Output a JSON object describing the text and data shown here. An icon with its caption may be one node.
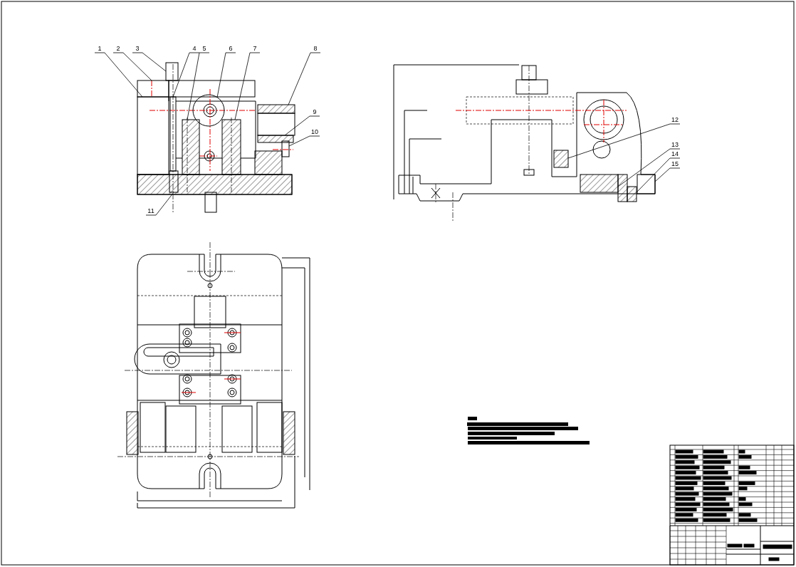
{
  "diagram": {
    "nodes": [
      {
        "text": [
          "1"
        ]
      },
      {
        "text": [
          "2"
        ]
      },
      {
        "text": [
          "3"
        ]
      },
      {
        "text": [
          "4"
        ]
      },
      {
        "text": [
          "5"
        ]
      },
      {
        "text": [
          "6"
        ]
      },
      {
        "text": [
          "7"
        ]
      },
      {
        "text": [
          "8"
        ]
      },
      {
        "text": [
          "9"
        ]
      },
      {
        "text": [
          "10"
        ]
      },
      {
        "text": [
          "11"
        ]
      },
      {
        "text": [
          "12"
        ]
      },
      {
        "text": [
          "13"
        ]
      },
      {
        "text": [
          "14"
        ]
      },
      {
        "text": [
          "15"
        ]
      },
      {
        "text": [],
        "shape": "box"
      },
      {
        "text": [],
        "shape": "box"
      },
      {
        "text": [],
        "shape": "box"
      },
      {
        "text": [],
        "shape": "box"
      },
      {
        "text": [],
        "shape": "box"
      },
      {
        "text": [],
        "shape": "circle"
      },
      {
        "text": [],
        "shape": "box"
      },
      {
        "text": [],
        "shape": "box"
      },
      {
        "text": [],
        "shape": "box"
      },
      {
        "text": [],
        "shape": "box"
      },
      {
        "text": [],
        "shape": "box"
      },
      {
        "text": [],
        "shape": "box"
      },
      {
        "text": [],
        "shape": "box"
      },
      {
        "text": [],
        "shape": "box"
      },
      {
        "text": [],
        "shape": "box"
      }
    ],
    "edges": [
      {
        "from": 0,
        "to": 15,
        "arrow": "none"
      },
      {
        "from": 1,
        "to": 16,
        "arrow": "none"
      },
      {
        "from": 2,
        "to": 17,
        "arrow": "none"
      },
      {
        "from": 3,
        "to": 18,
        "arrow": "none"
      },
      {
        "from": 4,
        "to": 19,
        "arrow": "none"
      },
      {
        "from": 5,
        "to": 20,
        "arrow": "none"
      },
      {
        "from": 6,
        "to": 21,
        "arrow": "none"
      },
      {
        "from": 7,
        "to": 22,
        "arrow": "none"
      },
      {
        "from": 8,
        "to": 23,
        "arrow": "none"
      },
      {
        "from": 9,
        "to": 24,
        "arrow": "none"
      },
      {
        "from": 10,
        "to": 25,
        "arrow": "none"
      },
      {
        "from": 11,
        "to": 26,
        "arrow": "none"
      },
      {
        "from": 12,
        "to": 27,
        "arrow": "none"
      },
      {
        "from": 13,
        "to": 28,
        "arrow": "none"
      },
      {
        "from": 14,
        "to": 29,
        "arrow": "none"
      }
    ]
  }
}
